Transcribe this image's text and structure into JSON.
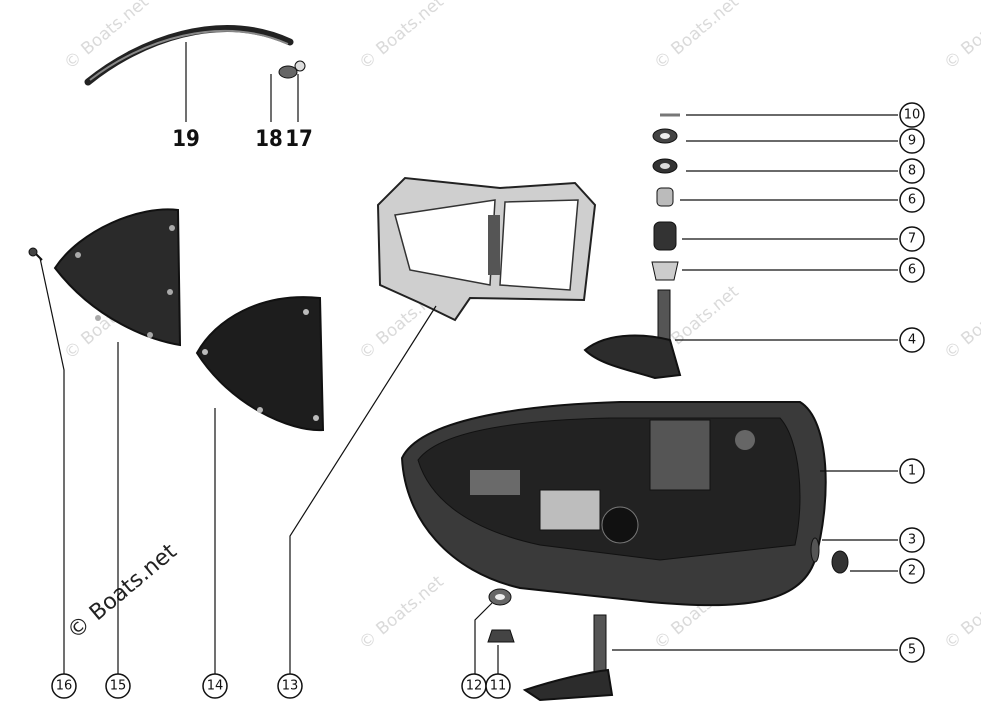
{
  "watermark": "© Boats.net",
  "callouts": {
    "c1": "1",
    "c2": "2",
    "c3": "3",
    "c4": "4",
    "c5": "5",
    "c6a": "6",
    "c6b": "6",
    "c7": "7",
    "c8": "8",
    "c9": "9",
    "c10": "10",
    "c11": "11",
    "c12": "12",
    "c13": "13",
    "c14": "14",
    "c15": "15",
    "c16": "16"
  },
  "top_labels": {
    "l17": "17",
    "l18": "18",
    "l19": "19"
  }
}
